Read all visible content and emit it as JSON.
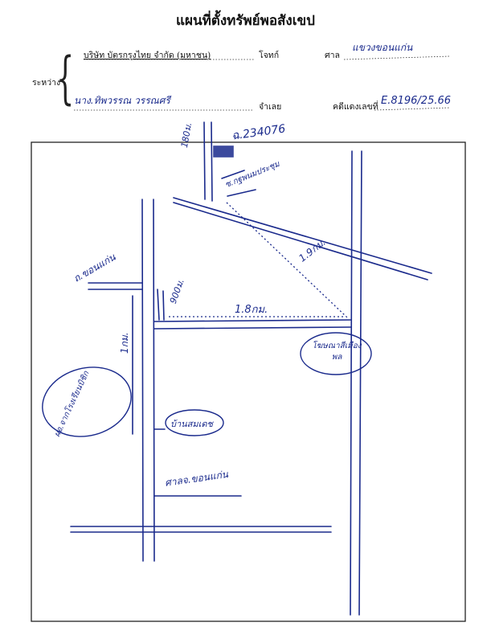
{
  "header": {
    "title": "แผนที่ตั้งทรัพย์พอสังเขป",
    "between_label": "ระหว่าง",
    "plaintiff_name": "บริษัท บัตรกรุงไทย จำกัด (มหาชน)",
    "plaintiff_label": "โจทก์",
    "court_label": "ศาล",
    "court_value": "แขวงขอนแก่น",
    "defendant_name": "นาง.ทิพวรรณ วรรณศรี",
    "defendant_label": "จำเลย",
    "case_label": "คดีแดงเลขที่",
    "case_value": "E.8196/25.66"
  },
  "map": {
    "colors": {
      "ink": "#1a2a8c",
      "frame": "#222222"
    },
    "labels": {
      "deed_number": "ฉ.234076",
      "dist_180m": "180ม.",
      "road_soi": "ซ.กฐพนมประชุม",
      "dist_19km": "1.9กม.",
      "dist_900m": "900ม.",
      "dist_18km": "1.8กม.",
      "road_left": "ถ.ขอนแก่น",
      "dist_1km": "1กม.",
      "landmark_right": "โฆษณาสีเมืองพล",
      "landmark_left": "ผอ.จากโรงเรียนบิชิก",
      "landmark_center": "บ้านสมเดช",
      "landmark_bottom": "ศาลจ.ขอนแก่น"
    }
  }
}
